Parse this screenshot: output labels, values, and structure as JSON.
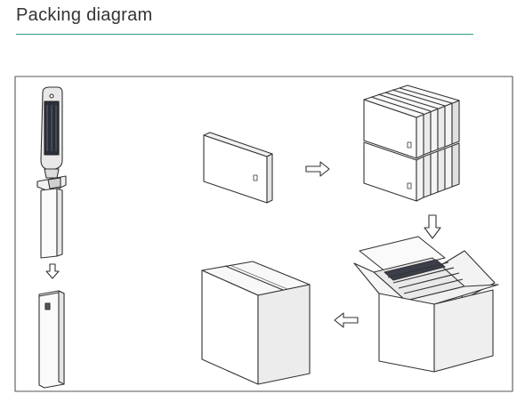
{
  "header": {
    "title": "Packing diagram",
    "rule_color": "#2e9b86"
  },
  "diagram": {
    "steps": [
      "lamp",
      "lamp-in-bag",
      "boxed-single",
      "stacked-boxes",
      "open-carton",
      "sealed-carton"
    ],
    "arrows": [
      "down",
      "right",
      "down",
      "left"
    ],
    "lamp_body_color": "#2a2f3a"
  }
}
